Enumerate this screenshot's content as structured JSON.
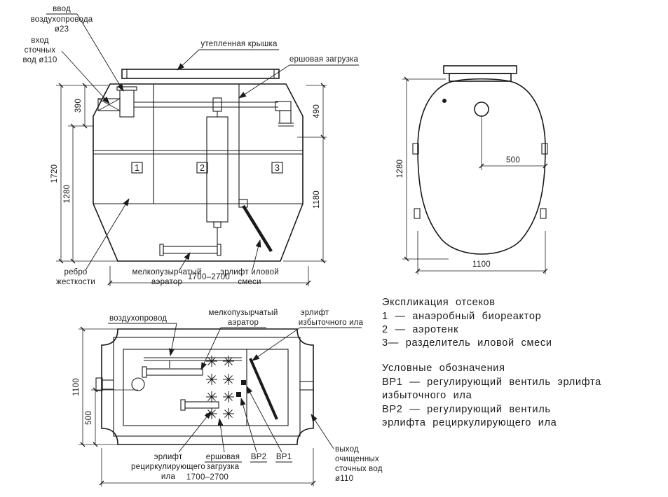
{
  "front_view": {
    "callouts": {
      "air_inlet_1": "ввод",
      "air_inlet_2": "воздухопровода",
      "air_inlet_3": "ø23",
      "inlet_1": "вход",
      "inlet_2": "сточных",
      "inlet_3": "вод ø110",
      "cover": "утепленная крышка",
      "brush": "ершовая загрузка",
      "rib_1": "ребро",
      "rib_2": "жесткости",
      "aerator_1": "мелкопузырчатый",
      "aerator_2": "аэратор",
      "airlift_1": "эрлифт иловой",
      "airlift_2": "смеси"
    },
    "compartments": [
      "1",
      "2",
      "3"
    ],
    "dims": {
      "h390": "390",
      "h1720": "1720",
      "h1280": "1280",
      "h490": "490",
      "h1180": "1180",
      "width": "1700–2700"
    }
  },
  "top_view": {
    "dims": {
      "r500": "500",
      "h1280": "1280",
      "w1100": "1100"
    }
  },
  "plan_view": {
    "callouts": {
      "air_duct": "воздухопровод",
      "aerator_1": "мелкопузырчатый",
      "aerator_2": "аэратор",
      "excess_airlift_1": "эрлифт",
      "excess_airlift_2": "избыточного ила",
      "recirc_airlift_1": "эрлифт",
      "recirc_airlift_2": "рециркулирующего",
      "recirc_airlift_3": "ила",
      "brush_1": "ершовая",
      "brush_2": "загрузка",
      "vr2": "ВР2",
      "vr1": "ВР1",
      "outlet_1": "выход",
      "outlet_2": "очищенных",
      "outlet_3": "сточных вод",
      "outlet_4": "ø110"
    },
    "dims": {
      "h1100": "1100",
      "h500": "500",
      "width": "1700–2700"
    }
  },
  "legend": {
    "compartments_title": "Экспликация отсеков",
    "compartment_1": "1 — анаэробный биореактор",
    "compartment_2": "2 — аэротенк",
    "compartment_3": "3— разделитель иловой смеси",
    "symbols_title": "Условные обозначения",
    "vr1_line1": "ВР1 — регулирующий вентиль эрлифта",
    "vr1_line2": "избыточного ила",
    "vr2_line1": "ВР2 — регулирующий вентиль",
    "vr2_line2": "эрлифта рециркулирующего ила"
  }
}
